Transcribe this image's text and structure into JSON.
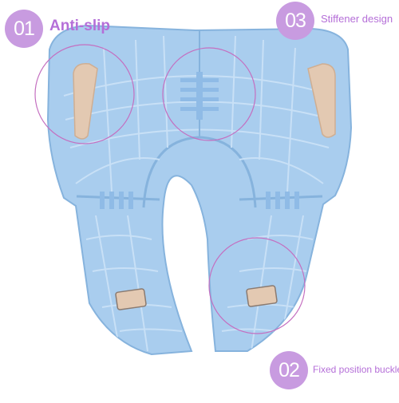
{
  "callouts": [
    {
      "number": "01",
      "label": "Anti-slip"
    },
    {
      "number": "03",
      "label": "Stiffener design"
    },
    {
      "number": "02",
      "label": "Fixed position buckle"
    }
  ],
  "colors": {
    "badge": "#c89be0",
    "label_text": "#b56fd8",
    "seat_fill": "#a9cdee",
    "seat_rib": "#c8e0f6",
    "anti_slip_pad": "#e3c9b2",
    "highlight_ring": "#c46fc0"
  }
}
